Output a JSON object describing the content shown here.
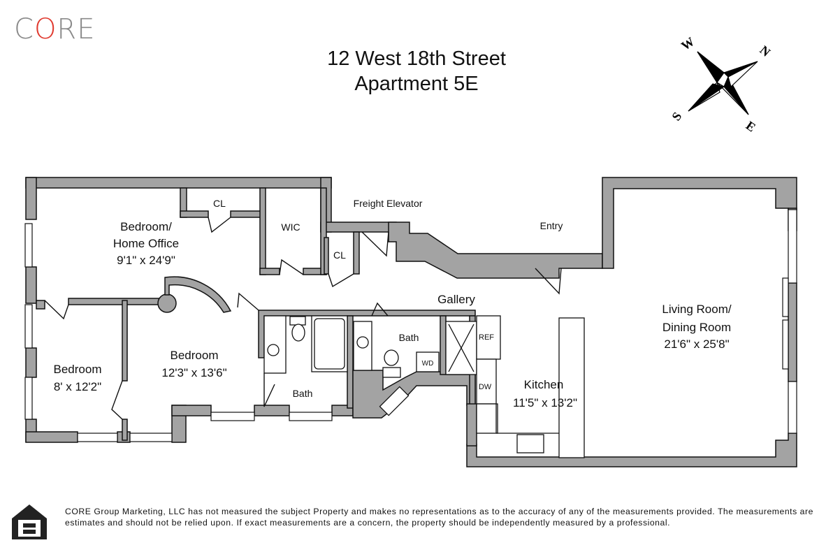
{
  "brand": {
    "logo_c": "C",
    "logo_o": "O",
    "logo_re": "RE",
    "accent_color": "#e03a2f",
    "logo_color": "#8a8a8a"
  },
  "header": {
    "address_line1": "12 West 18th Street",
    "address_line2": "Apartment 5E"
  },
  "compass": {
    "n": "N",
    "e": "E",
    "s": "S",
    "w": "W"
  },
  "rooms": {
    "bedroom_office": {
      "name1": "Bedroom/",
      "name2": "Home Office",
      "size": "9'1\" x 24'9\""
    },
    "closet1": {
      "name": "CL"
    },
    "wic": {
      "name": "WIC"
    },
    "closet2": {
      "name": "CL"
    },
    "freight_elevator": {
      "name": "Freight Elevator"
    },
    "entry": {
      "name": "Entry"
    },
    "gallery": {
      "name": "Gallery"
    },
    "bedroom_small": {
      "name": "Bedroom",
      "size": "8' x 12'2\""
    },
    "bedroom_mid": {
      "name": "Bedroom",
      "size": "12'3\" x 13'6\""
    },
    "bath1": {
      "name": "Bath"
    },
    "bath2": {
      "name": "Bath"
    },
    "wd": {
      "name": "WD"
    },
    "ref": {
      "name": "REF"
    },
    "dw": {
      "name": "DW"
    },
    "kitchen": {
      "name": "Kitchen",
      "size": "11'5\" x 13'2\""
    },
    "living": {
      "name1": "Living Room/",
      "name2": "Dining Room",
      "size": "21'6\" x 25'8\""
    }
  },
  "colors": {
    "wall": "#a3a3a3",
    "wall_outline": "#111111"
  },
  "footer": {
    "disclaimer": "CORE Group Marketing, LLC has not measured the subject Property and makes no representations as to the accuracy of any of the measurements provided. The measurements are estimates and should not be relied upon. If exact measurements are a concern, the property should be independently measured by a professional."
  }
}
